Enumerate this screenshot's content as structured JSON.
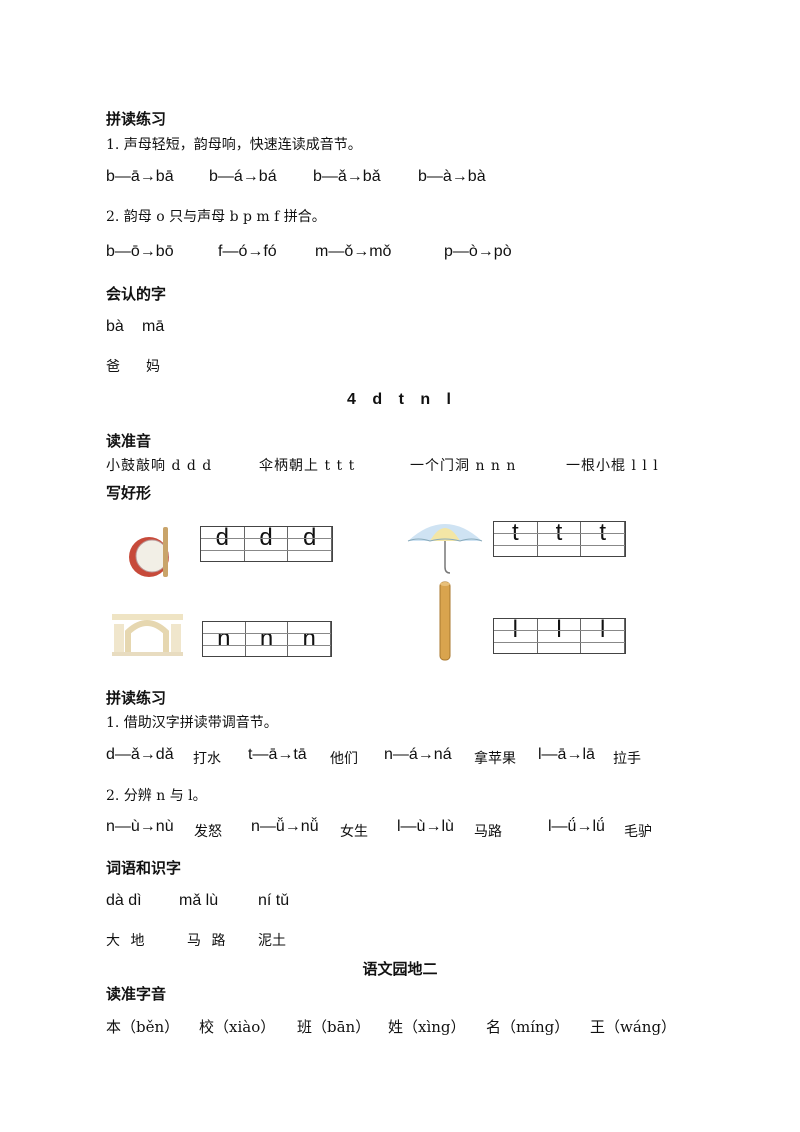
{
  "sec1": {
    "heading": "拼读练习",
    "q1": "1. 声母轻短，韵母响，快速连读成音节。",
    "q1_items": [
      "b—ā→bā",
      "b—á→bá",
      "b—ǎ→bǎ",
      "b—à→bà"
    ],
    "q2": "2. 韵母 o 只与声母 b p m f 拼合。",
    "q2_items": [
      "b—ō→bō",
      "f—ó→fó",
      "m—ǒ→mǒ",
      "p—ò→pò"
    ]
  },
  "know_chars": {
    "heading": "会认的字",
    "pinyin": [
      "bà",
      "mā"
    ],
    "chars": [
      "爸",
      "妈"
    ]
  },
  "lesson4": {
    "title": "4 d t n l",
    "read_heading": "读准音",
    "read_items": [
      "小鼓敲响 d d d",
      "伞柄朝上 t t t",
      "一个门洞 n n n",
      "一根小棍 l l l"
    ],
    "write_heading": "写好形",
    "grid_d": [
      "d",
      "d",
      "d"
    ],
    "grid_t": [
      "t",
      "t",
      "t"
    ],
    "grid_n": [
      "n",
      "n",
      "n"
    ],
    "grid_l": [
      "l",
      "l",
      "l"
    ],
    "images": [
      "drum-image",
      "umbrella-image",
      "gate-image",
      "stick-image"
    ]
  },
  "sec2": {
    "heading": "拼读练习",
    "q1": "1. 借助汉字拼读带调音节。",
    "q1_items": [
      {
        "py": "d—ǎ→dǎ",
        "cn": "打水"
      },
      {
        "py": "t—ā→tā",
        "cn": "他们"
      },
      {
        "py": "n—á→ná",
        "cn": "拿苹果"
      },
      {
        "py": "l—ā→lā",
        "cn": "拉手"
      }
    ],
    "q2": "2. 分辨 n 与 l。",
    "q2_items": [
      {
        "py": "n—ù→nù",
        "cn": "发怒"
      },
      {
        "py": "n—ǚ→nǚ",
        "cn": "女生"
      },
      {
        "py": "l—ù→lù",
        "cn": "马路"
      },
      {
        "py": "l—ǘ→lǘ",
        "cn": "毛驴"
      }
    ]
  },
  "words": {
    "heading": "词语和识字",
    "pinyin": [
      "dà dì",
      "mǎ lù",
      "ní tǔ"
    ],
    "chars": [
      "大 地",
      "马 路",
      "泥土"
    ]
  },
  "garden": {
    "title": "语文园地二",
    "heading": "读准字音",
    "items": [
      "本（běn）",
      "校（xiào）",
      "班（bān）",
      "姓（xìng）",
      "名（míng）",
      "王（wáng）"
    ]
  }
}
